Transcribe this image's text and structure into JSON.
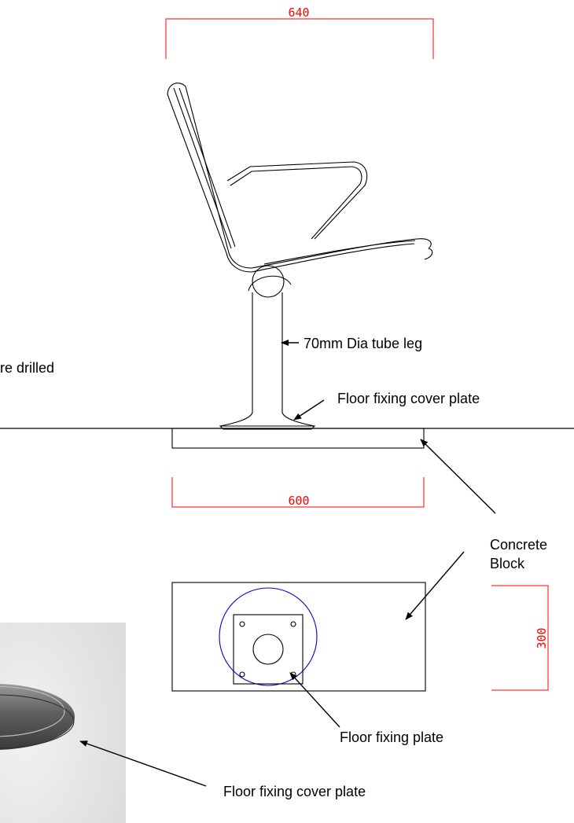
{
  "dimensions": {
    "seat_width": "640",
    "block_length": "600",
    "block_width": "300"
  },
  "labels": {
    "tube_leg": "70mm Dia tube leg",
    "cover_plate_top": "Floor fixing cover plate",
    "concrete_block_line1": "Concrete",
    "concrete_block_line2": "Block",
    "fixing_plate": "Floor fixing plate",
    "cover_plate_photo": "Floor fixing cover plate",
    "cropped_left": "re drilled"
  },
  "colors": {
    "dimension": "#ff0000",
    "plate_circle": "#0000cc",
    "line": "#000000"
  }
}
